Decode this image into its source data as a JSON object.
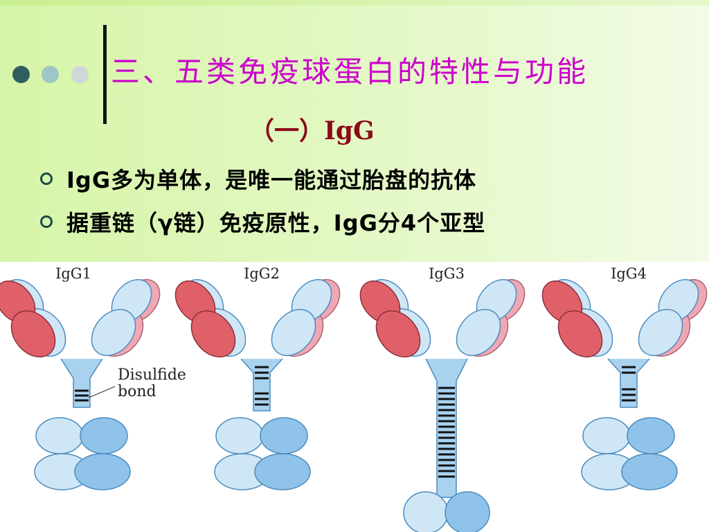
{
  "slide": {
    "title": "三、五类免疫球蛋白的特性与功能",
    "subtitle": "（一）IgG",
    "bullets": [
      "IgG多为单体，是唯一能通过胎盘的抗体",
      "据重链（γ链）免疫原性，IgG分4个亚型"
    ],
    "decor_dot_colors": [
      "#2f5f5f",
      "#9ec6c6",
      "#cfd6d6"
    ],
    "title_color": "#cc00cc",
    "subtitle_color": "#8b0a1a"
  },
  "diagram": {
    "subclasses": [
      "IgG1",
      "IgG2",
      "IgG3",
      "IgG4"
    ],
    "annotation": [
      "Disulfide",
      "bond"
    ],
    "colors": {
      "heavy_light_red": "#e0606a",
      "heavy_pale_blue": "#cfe6f6",
      "heavy_mid_blue": "#8fc3ea",
      "hinge_blue": "#a9d2ef",
      "pink": "#f0a7b4"
    }
  }
}
